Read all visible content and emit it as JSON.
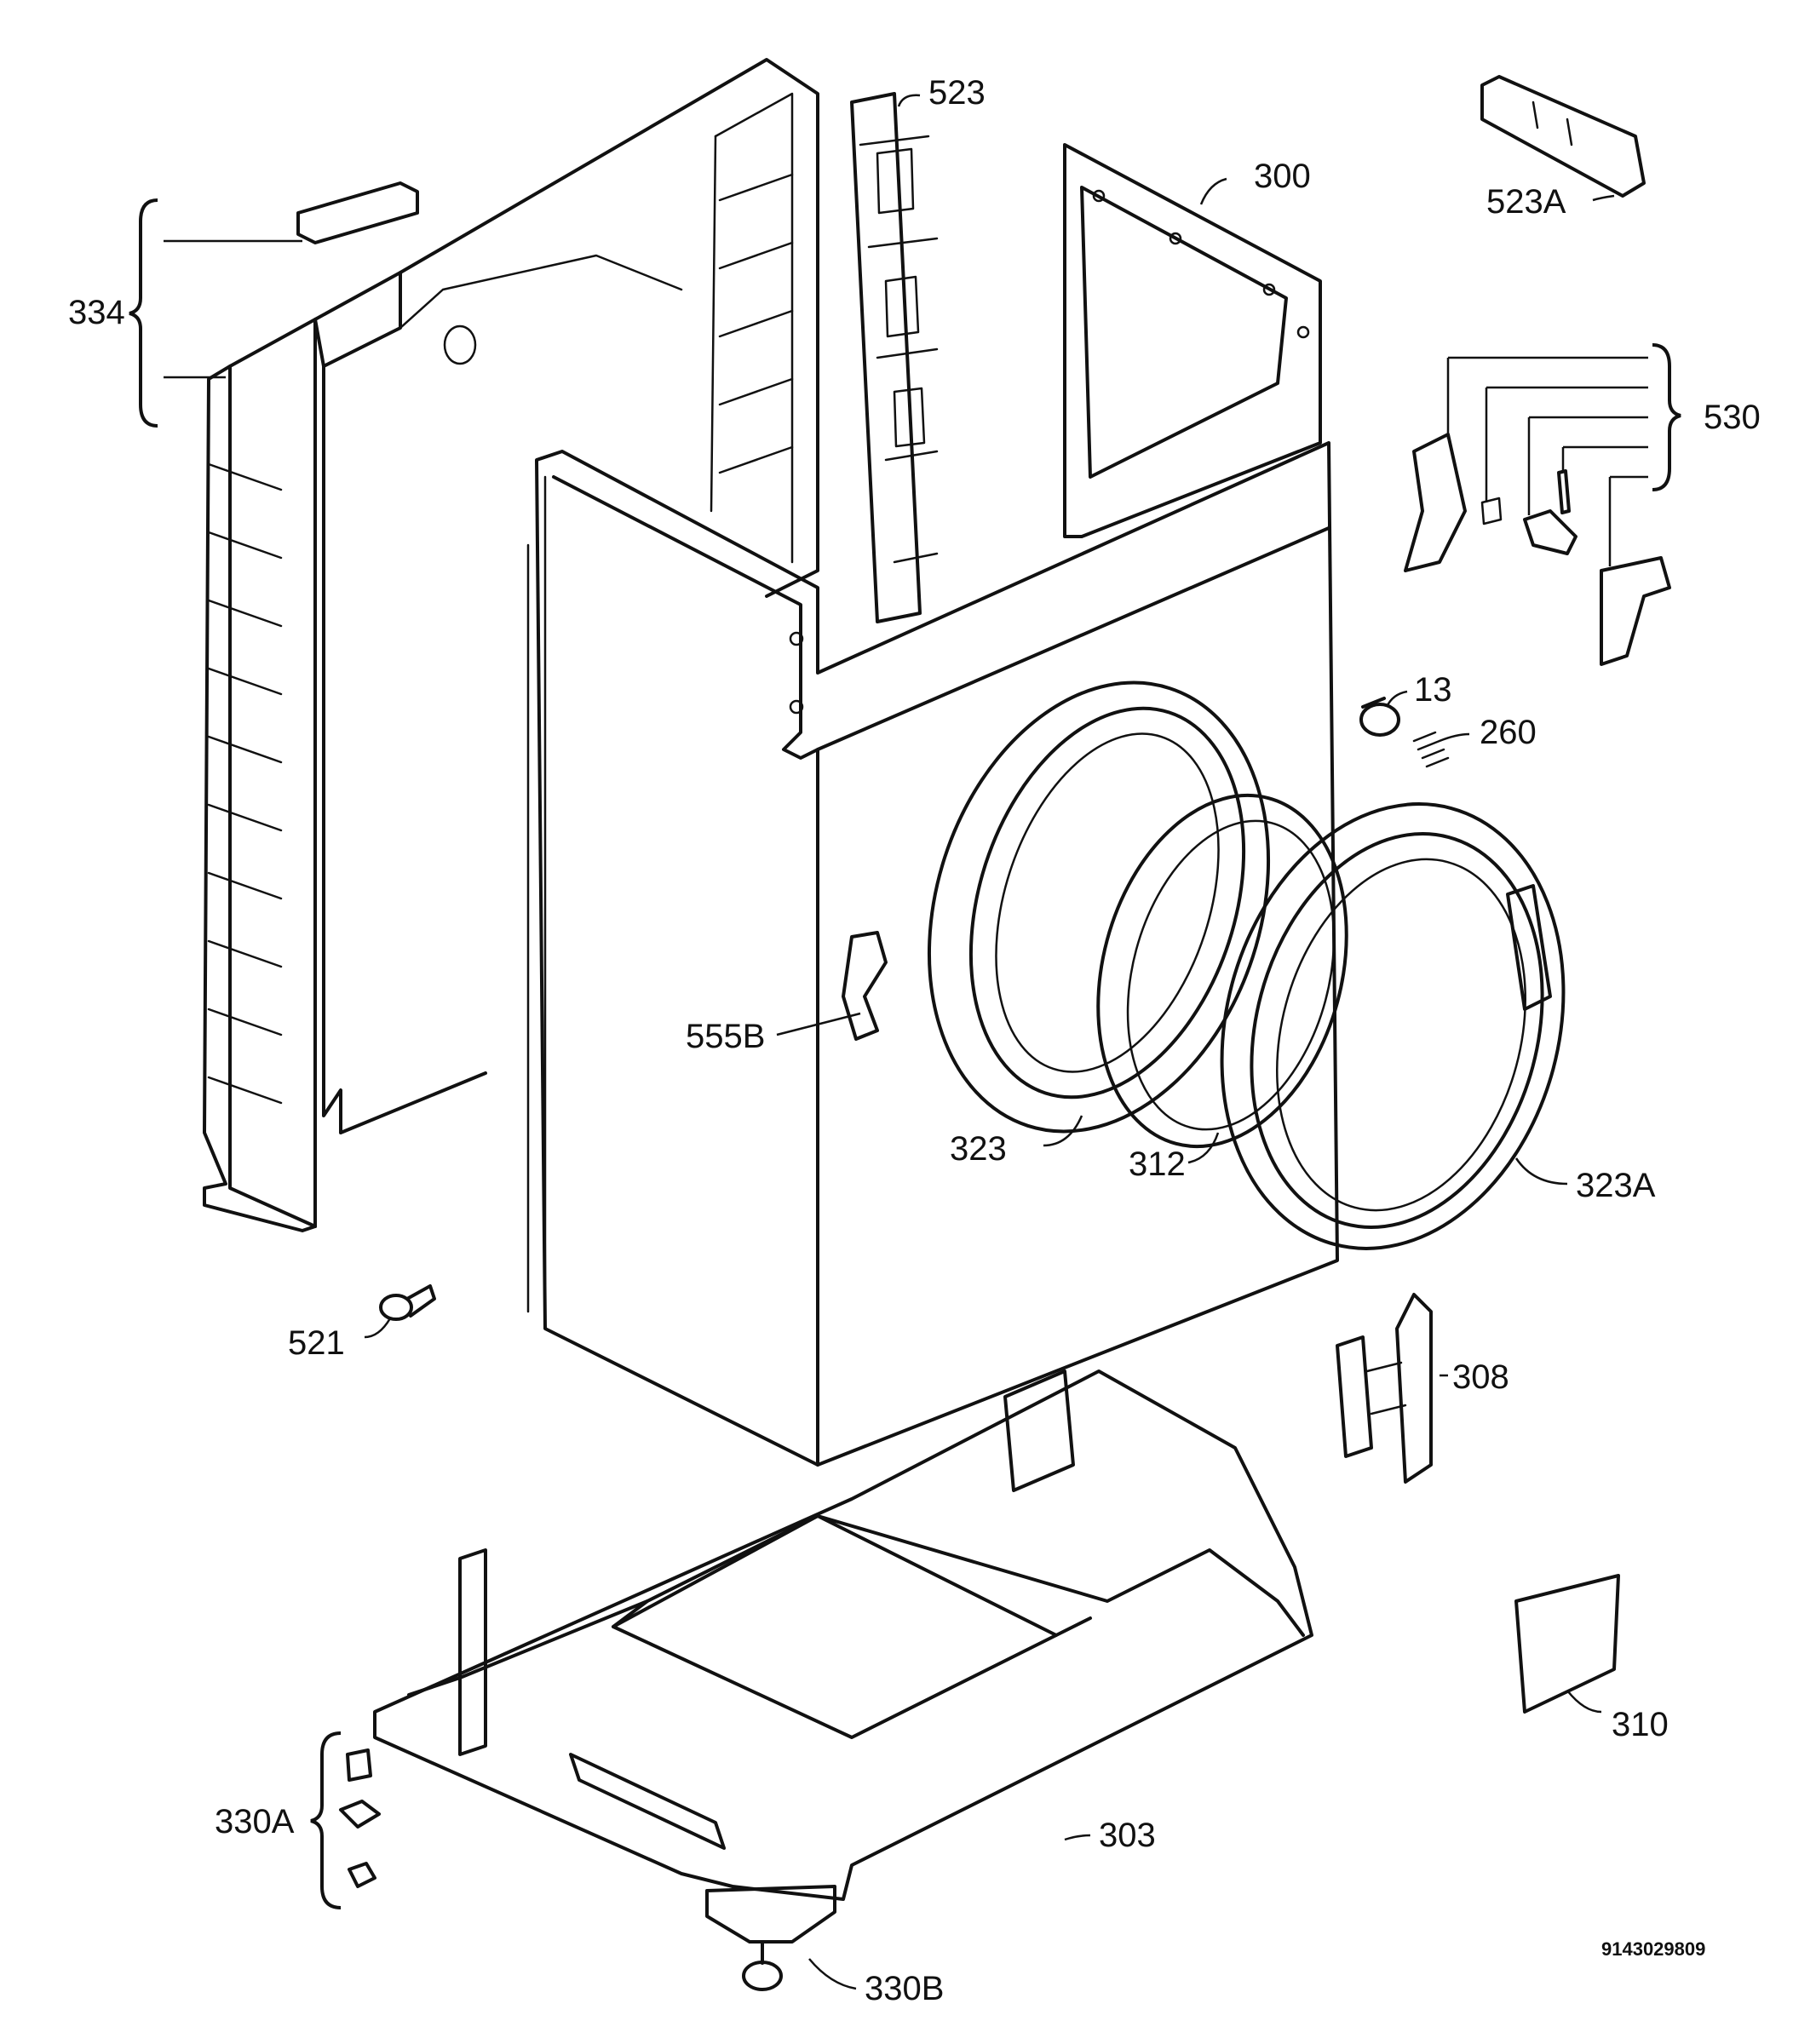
{
  "labels": {
    "p523": "523",
    "p300": "300",
    "p523A": "523A",
    "p334": "334",
    "p530": "530",
    "p13": "13",
    "p260": "260",
    "p555B": "555B",
    "p323": "323",
    "p312": "312",
    "p323A": "323A",
    "p521": "521",
    "p308": "308",
    "p310": "310",
    "p303": "303",
    "p330A": "330A",
    "p330B": "330B"
  },
  "drawing_number": "9143029809",
  "colors": {
    "line": "#111111",
    "background": "#ffffff"
  }
}
